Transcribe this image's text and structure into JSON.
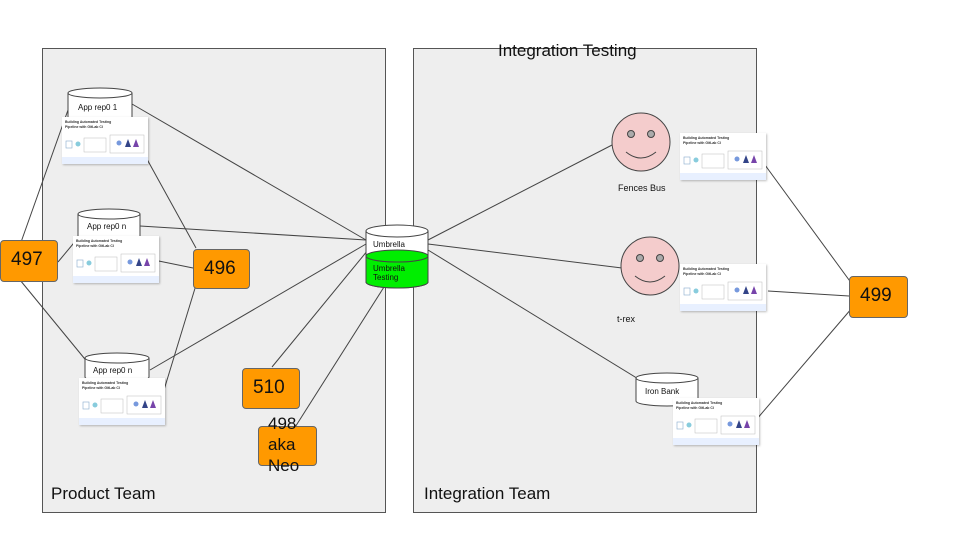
{
  "title": "Integration Testing",
  "regions": {
    "product": {
      "label": "Product Team"
    },
    "integration": {
      "label": "Integration Team"
    }
  },
  "repos": {
    "app1": "App rep0 1",
    "app2": "App rep0 n",
    "app3": "App rep0 n"
  },
  "umbrella": {
    "top": "Umbrella",
    "bottom": "Umbrella Testing"
  },
  "ironbank": "Iron Bank",
  "people": {
    "fences": "Fences Bus",
    "trex": "t-rex"
  },
  "tags": {
    "t497": "497",
    "t496": "496",
    "t510": "510",
    "t498": "498\naka\nNeo",
    "t499": "499"
  },
  "thumbnail": {
    "title": "Building Automated Testing Pipeline with GitLab CI"
  },
  "colors": {
    "region_fill": "#eeeeee",
    "tag_fill": "#ff9900",
    "umbrella_testing_fill": "#00ee00",
    "face_fill": "#f4cccc"
  }
}
